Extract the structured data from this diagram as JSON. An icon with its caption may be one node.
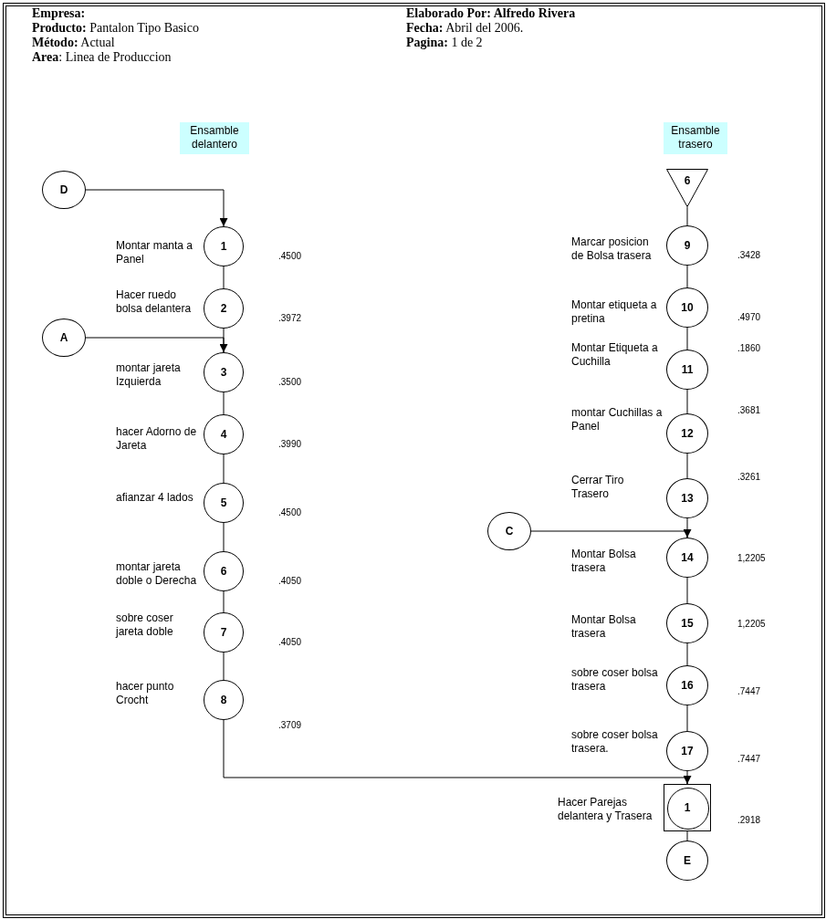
{
  "diagram": {
    "nodes": [
      {
        "text": [
          "Ensamble delantero"
        ]
      },
      {
        "text": [
          "D"
        ]
      },
      {
        "text": [
          "1"
        ],
        "beside": [
          "Montar manta a Panel",
          ".4500"
        ]
      },
      {
        "text": [
          "2"
        ],
        "beside": [
          "Hacer ruedo bolsa delantera",
          ".3972"
        ]
      },
      {
        "text": [
          "A"
        ]
      },
      {
        "text": [
          "3"
        ],
        "beside": [
          "montar jareta Izquierda",
          ".3500"
        ]
      },
      {
        "text": [
          "4"
        ],
        "beside": [
          "hacer Adorno de Jareta",
          ".3990"
        ]
      },
      {
        "text": [
          "5"
        ],
        "beside": [
          "afianzar 4 lados",
          ".4500"
        ]
      },
      {
        "text": [
          "6"
        ],
        "beside": [
          "montar jareta doble o Derecha",
          ".4050"
        ]
      },
      {
        "text": [
          "7"
        ],
        "beside": [
          "sobre coser jareta doble",
          ".4050"
        ]
      },
      {
        "text": [
          "8"
        ],
        "beside": [
          "hacer punto Crocht",
          ".3709"
        ]
      },
      {
        "text": [
          "Ensamble trasero"
        ]
      },
      {
        "text": [
          "6"
        ]
      },
      {
        "text": [
          "9"
        ],
        "beside": [
          "Marcar posicion de Bolsa trasera",
          ".3428"
        ]
      },
      {
        "text": [
          "10"
        ],
        "beside": [
          "Montar etiqueta a pretina",
          ".4970"
        ]
      },
      {
        "text": [
          "11"
        ],
        "beside": [
          "Montar Etiqueta a Cuchilla",
          ".1860"
        ]
      },
      {
        "text": [
          "12"
        ],
        "beside": [
          "montar Cuchillas a Panel",
          ".3681"
        ]
      },
      {
        "text": [
          "13"
        ],
        "beside": [
          "Cerrar Tiro Trasero",
          ".3261"
        ]
      },
      {
        "text": [
          "C"
        ]
      },
      {
        "text": [
          "14"
        ],
        "beside": [
          "Montar Bolsa trasera",
          "1,2205"
        ]
      },
      {
        "text": [
          "15"
        ],
        "beside": [
          "Montar Bolsa trasera",
          "1,2205"
        ]
      },
      {
        "text": [
          "16"
        ],
        "beside": [
          "sobre coser bolsa trasera",
          ".7447"
        ]
      },
      {
        "text": [
          "17"
        ],
        "beside": [
          "sobre coser bolsa trasera.",
          ".7447"
        ]
      },
      {
        "text": [
          "1"
        ],
        "beside": [
          "Hacer Parejas delantera y Trasera",
          ".2918"
        ]
      },
      {
        "text": [
          "E"
        ]
      }
    ],
    "edges": [
      {
        "from": 1,
        "to": 2,
        "arrow": "to"
      },
      {
        "from": 2,
        "to": 3,
        "arrow": "none"
      },
      {
        "from": 3,
        "to": 5,
        "arrow": "none"
      },
      {
        "from": 4,
        "to": 5,
        "arrow": "to"
      },
      {
        "from": 5,
        "to": 6,
        "arrow": "none"
      },
      {
        "from": 6,
        "to": 7,
        "arrow": "none"
      },
      {
        "from": 7,
        "to": 8,
        "arrow": "none"
      },
      {
        "from": 8,
        "to": 9,
        "arrow": "none"
      },
      {
        "from": 9,
        "to": 10,
        "arrow": "none"
      },
      {
        "from": 10,
        "to": 23,
        "arrow": "to"
      },
      {
        "from": 12,
        "to": 13,
        "arrow": "none"
      },
      {
        "from": 13,
        "to": 14,
        "arrow": "none"
      },
      {
        "from": 14,
        "to": 15,
        "arrow": "none"
      },
      {
        "from": 15,
        "to": 16,
        "arrow": "none"
      },
      {
        "from": 16,
        "to": 17,
        "arrow": "none"
      },
      {
        "from": 17,
        "to": 19,
        "arrow": "none"
      },
      {
        "from": 18,
        "to": 19,
        "arrow": "to"
      },
      {
        "from": 19,
        "to": 20,
        "arrow": "none"
      },
      {
        "from": 20,
        "to": 21,
        "arrow": "none"
      },
      {
        "from": 21,
        "to": 22,
        "arrow": "none"
      },
      {
        "from": 22,
        "to": 23,
        "arrow": "none"
      },
      {
        "from": 23,
        "to": 24,
        "arrow": "none"
      }
    ],
    "labels": [
      "Empresa:",
      "Elaborado Por: Alfredo Rivera",
      "**Producto:** Pantalon Tipo Basico",
      "**Fecha:** Abril del 2006.",
      "**Método:** Actual",
      "**Pagina:** 1 de 2",
      "**Area**: Linea de Produccion"
    ]
  }
}
